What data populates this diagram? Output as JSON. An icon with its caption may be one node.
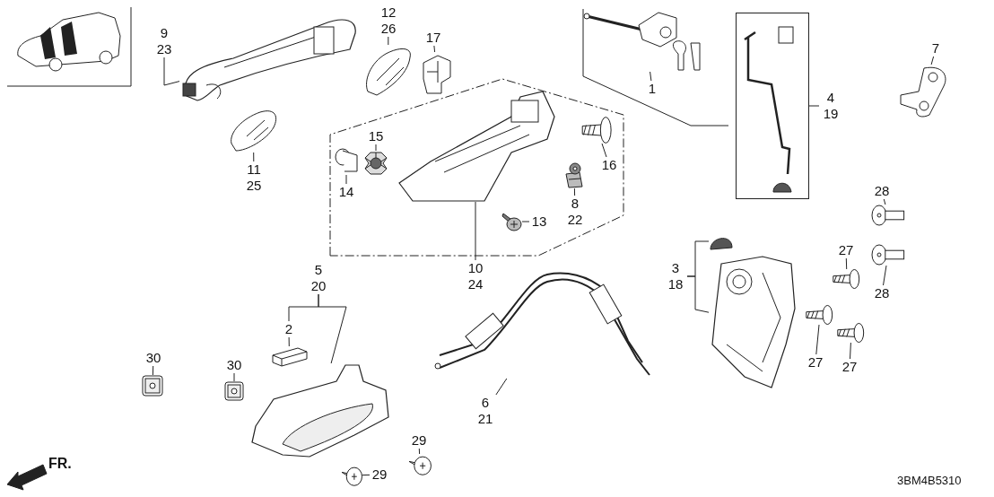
{
  "diagram": {
    "nodes": [
      {
        "text": [
          "9",
          "23"
        ]
      },
      {
        "text": [],
        "shape": "picture"
      },
      {
        "text": [
          "12",
          "26"
        ]
      },
      {
        "text": [],
        "shape": "picture"
      },
      {
        "text": [
          "17"
        ]
      },
      {
        "text": [],
        "shape": "picture"
      },
      {
        "text": [
          "11",
          "25"
        ]
      },
      {
        "text": [],
        "shape": "picture"
      },
      {
        "text": [
          "1"
        ]
      },
      {
        "text": [],
        "shape": "picture"
      },
      {
        "text": [
          "4",
          "19"
        ]
      },
      {
        "text": [],
        "shape": "box"
      },
      {
        "text": [
          "15"
        ]
      },
      {
        "text": [],
        "shape": "picture"
      },
      {
        "text": [
          "14"
        ]
      },
      {
        "text": [],
        "shape": "picture"
      },
      {
        "text": [
          "16"
        ]
      },
      {
        "text": [],
        "shape": "picture"
      },
      {
        "text": [
          "8",
          "22"
        ]
      },
      {
        "text": [],
        "shape": "picture"
      },
      {
        "text": [
          "13"
        ]
      },
      {
        "text": [],
        "shape": "picture"
      },
      {
        "text": [
          "10",
          "24"
        ]
      },
      {
        "text": [],
        "shape": "picture"
      },
      {
        "text": [
          "7"
        ]
      },
      {
        "text": [],
        "shape": "picture"
      },
      {
        "text": [
          "28"
        ]
      },
      {
        "text": [],
        "shape": "picture"
      },
      {
        "text": [
          "28"
        ]
      },
      {
        "text": [],
        "shape": "picture"
      },
      {
        "text": [
          "27"
        ]
      },
      {
        "text": [],
        "shape": "picture"
      },
      {
        "text": [
          "27"
        ]
      },
      {
        "text": [],
        "shape": "picture"
      },
      {
        "text": [
          "27"
        ]
      },
      {
        "text": [],
        "shape": "picture"
      },
      {
        "text": [
          "3",
          "18"
        ]
      },
      {
        "text": [],
        "shape": "picture"
      },
      {
        "text": [],
        "shape": "picture"
      },
      {
        "text": [
          "5",
          "20"
        ]
      },
      {
        "text": [],
        "shape": "picture"
      },
      {
        "text": [],
        "shape": "picture"
      },
      {
        "text": [
          "2"
        ]
      },
      {
        "text": [
          "30"
        ]
      },
      {
        "text": [],
        "shape": "picture"
      },
      {
        "text": [
          "30"
        ]
      },
      {
        "text": [],
        "shape": "picture"
      },
      {
        "text": [
          "6",
          "21"
        ]
      },
      {
        "text": [],
        "shape": "picture"
      },
      {
        "text": [
          "29"
        ]
      },
      {
        "text": [],
        "shape": "picture"
      },
      {
        "text": [
          "29"
        ]
      },
      {
        "text": [],
        "shape": "picture"
      }
    ],
    "edges": [
      {
        "from": 0,
        "to": 1,
        "arrow": "none"
      },
      {
        "from": 2,
        "to": 3,
        "arrow": "none"
      },
      {
        "from": 4,
        "to": 5,
        "arrow": "none"
      },
      {
        "from": 6,
        "to": 7,
        "arrow": "none"
      },
      {
        "from": 8,
        "to": 9,
        "arrow": "none"
      },
      {
        "from": 10,
        "to": 11,
        "arrow": "none"
      },
      {
        "from": 12,
        "to": 13,
        "arrow": "none"
      },
      {
        "from": 14,
        "to": 15,
        "arrow": "none"
      },
      {
        "from": 16,
        "to": 17,
        "arrow": "none"
      },
      {
        "from": 18,
        "to": 19,
        "arrow": "none"
      },
      {
        "from": 20,
        "to": 21,
        "arrow": "none"
      },
      {
        "from": 22,
        "to": 23,
        "arrow": "none"
      },
      {
        "from": 24,
        "to": 25,
        "arrow": "none"
      },
      {
        "from": 26,
        "to": 27,
        "arrow": "none"
      },
      {
        "from": 28,
        "to": 29,
        "arrow": "none"
      },
      {
        "from": 30,
        "to": 31,
        "arrow": "none"
      },
      {
        "from": 32,
        "to": 33,
        "arrow": "none"
      },
      {
        "from": 34,
        "to": 35,
        "arrow": "none"
      },
      {
        "from": 36,
        "to": 37,
        "arrow": "none"
      },
      {
        "from": 36,
        "to": 38,
        "arrow": "none"
      },
      {
        "from": 39,
        "to": 42,
        "arrow": "none"
      },
      {
        "from": 39,
        "to": 41,
        "arrow": "none"
      },
      {
        "from": 42,
        "to": 40,
        "arrow": "none"
      },
      {
        "from": 43,
        "to": 44,
        "arrow": "none"
      },
      {
        "from": 45,
        "to": 46,
        "arrow": "none"
      },
      {
        "from": 47,
        "to": 48,
        "arrow": "none"
      },
      {
        "from": 49,
        "to": 50,
        "arrow": "none"
      },
      {
        "from": 51,
        "to": 52,
        "arrow": "none"
      }
    ],
    "labels": [
      "FR.",
      "3BM4B5310"
    ]
  }
}
